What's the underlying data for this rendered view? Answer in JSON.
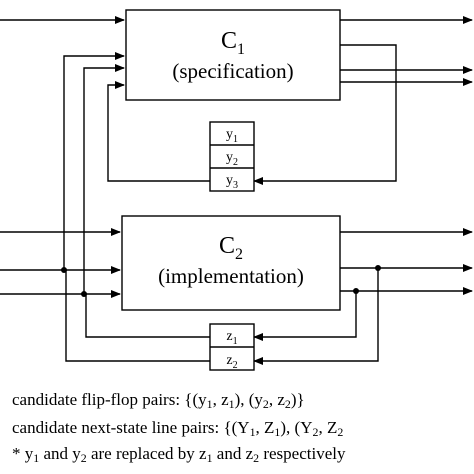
{
  "diagram": {
    "c1": {
      "name": "C",
      "sub": "1",
      "role": "(specification)"
    },
    "c2": {
      "name": "C",
      "sub": "2",
      "role": "(implementation)"
    },
    "reg1": [
      {
        "name": "y",
        "sub": "1"
      },
      {
        "name": "y",
        "sub": "2"
      },
      {
        "name": "y",
        "sub": "3"
      }
    ],
    "reg2": [
      {
        "name": "z",
        "sub": "1"
      },
      {
        "name": "z",
        "sub": "2"
      }
    ]
  },
  "captions": {
    "line1": {
      "prefix": "candidate flip-flop pairs: {(",
      "a1": "y",
      "a1s": "1",
      "sep1": ", ",
      "b1": "z",
      "b1s": "1",
      "mid": "), (",
      "a2": "y",
      "a2s": "2",
      "sep2": ", ",
      "b2": "z",
      "b2s": "2",
      "suffix": ")}"
    },
    "line2": {
      "prefix": "candidate next-state line pairs: {(",
      "a1": "Y",
      "a1s": "1",
      "sep1": ", ",
      "b1": "Z",
      "b1s": "1",
      "mid": "), (",
      "a2": "Y",
      "a2s": "2",
      "sep2": ", ",
      "b2": "Z",
      "b2s": "2"
    },
    "line3": {
      "prefix": "* ",
      "a1": "y",
      "a1s": "1",
      "and1": " and ",
      "a2": "y",
      "a2s": "2",
      "mid": " are replaced by ",
      "b1": "z",
      "b1s": "1",
      "and2": " and ",
      "b2": "z",
      "b2s": "2",
      "suffix": " respectively"
    }
  }
}
